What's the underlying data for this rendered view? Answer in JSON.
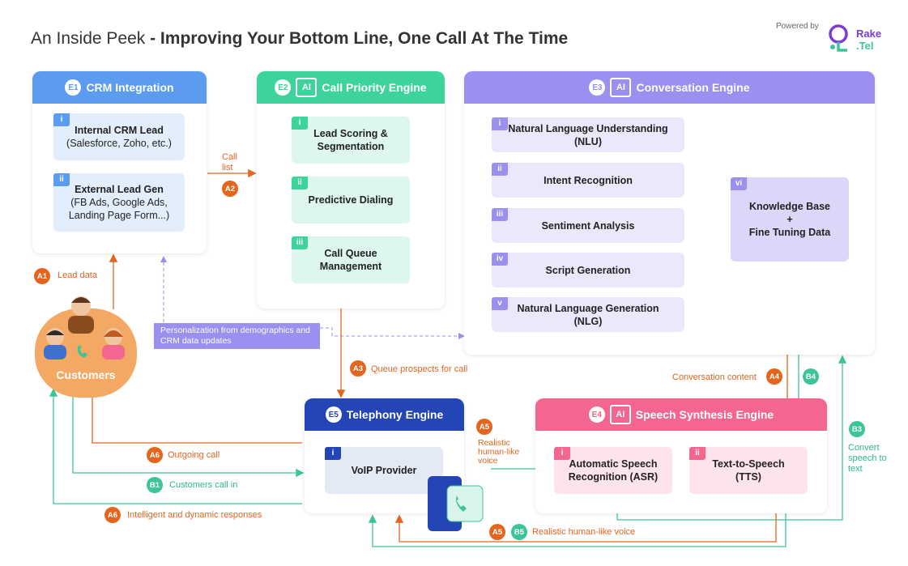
{
  "title": {
    "regular": "An Inside Peek",
    "bold": "- Improving Your Bottom Line, One Call At The Time"
  },
  "brand": {
    "powered_by": "Powered by",
    "name_line1": "Rake",
    "name_line2": ".Tel"
  },
  "colors": {
    "e1": "#5b9cf0",
    "e2": "#3dd49b",
    "e3": "#9b8ff0",
    "e4": "#f2668f",
    "e5": "#2445b5",
    "orange": "#e4651e",
    "green": "#3dc597"
  },
  "engines": {
    "e1": {
      "code": "E1",
      "title": "CRM Integration",
      "items": [
        {
          "num": "i",
          "main": "Internal CRM Lead",
          "sub": "(Salesforce, Zoho, etc.)"
        },
        {
          "num": "ii",
          "main": "External Lead Gen",
          "sub": "(FB Ads, Google Ads, Landing Page Form...)"
        }
      ]
    },
    "e2": {
      "code": "E2",
      "ai": "AI",
      "title": "Call Priority Engine",
      "items": [
        {
          "num": "i",
          "main": "Lead Scoring & Segmentation"
        },
        {
          "num": "ii",
          "main": "Predictive Dialing"
        },
        {
          "num": "iii",
          "main": "Call Queue Management"
        }
      ]
    },
    "e3": {
      "code": "E3",
      "ai": "AI",
      "title": "Conversation Engine",
      "items": [
        {
          "num": "i",
          "main": "Natural Language Understanding (NLU)"
        },
        {
          "num": "ii",
          "main": "Intent Recognition"
        },
        {
          "num": "iii",
          "main": "Sentiment Analysis"
        },
        {
          "num": "iv",
          "main": "Script Generation"
        },
        {
          "num": "v",
          "main": "Natural Language Generation (NLG)"
        }
      ],
      "kb": {
        "num": "vi",
        "line1": "Knowledge Base",
        "line2": "+",
        "line3": "Fine Tuning Data"
      }
    },
    "e4": {
      "code": "E4",
      "ai": "AI",
      "title": "Speech Synthesis Engine",
      "items": [
        {
          "num": "i",
          "main": "Automatic Speech Recognition (ASR)"
        },
        {
          "num": "ii",
          "main": "Text-to-Speech (TTS)"
        }
      ]
    },
    "e5": {
      "code": "E5",
      "title": "Telephony Engine",
      "items": [
        {
          "num": "i",
          "main": "VoIP Provider"
        }
      ]
    }
  },
  "customers": {
    "label": "Customers"
  },
  "personalization": {
    "text": "Personalization from demographics and CRM data updates"
  },
  "flows": {
    "a1": {
      "code": "A1",
      "label": "Lead data"
    },
    "a2": {
      "code": "A2",
      "label": "Call list"
    },
    "a3": {
      "code": "A3",
      "label": "Queue prospects for call"
    },
    "a4": {
      "code": "A4",
      "label": "Conversation content"
    },
    "a5_top": {
      "code": "A5",
      "label": "Realistic human-like voice"
    },
    "a5_bottom": {
      "code": "A5",
      "label": "Realistic human-like voice"
    },
    "a6_out": {
      "code": "A6",
      "label": "Outgoing call"
    },
    "a6_resp": {
      "code": "A6",
      "label": "Intelligent and dynamic responses"
    },
    "b1": {
      "code": "B1",
      "label": "Customers call in"
    },
    "b3": {
      "code": "B3",
      "label": "Convert speech to text"
    },
    "b4": {
      "code": "B4"
    },
    "b5": {
      "code": "B5"
    }
  }
}
